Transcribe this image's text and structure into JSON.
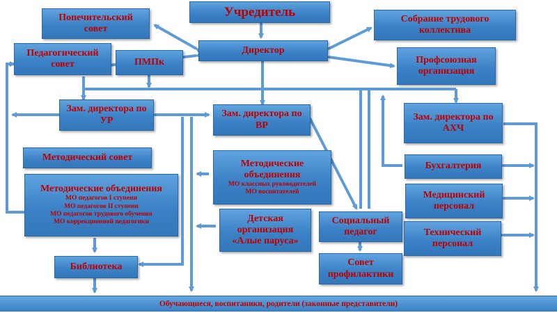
{
  "boxes": {
    "founder": "Учредитель",
    "board_of_trustees": "Попечительский совет",
    "labor_collective": "Собрание трудового коллектива",
    "ped_council": "Педагогический совет",
    "pmpk": "ПМПк",
    "director": "Директор",
    "trade_union": "Профсоюзная организация",
    "deputy_ur": "Зам. директора по УР",
    "deputy_vr": "Зам. директора по ВР",
    "deputy_ahch": "Зам. директора по АХЧ",
    "method_council": "Методический совет",
    "method_assoc_vr_title": "Методические объединения",
    "method_assoc_vr_items": [
      "МО классных руководителей",
      "МО воспитателей"
    ],
    "accounting": "Бухгалтерия",
    "method_assoc_ur_title": "Методические объединения",
    "method_assoc_ur_items": [
      "МО педагогов I ступени",
      "МО педагогов II ступени",
      "МО педагогов трудового обучения",
      "МО коррекционной педагогики"
    ],
    "medical": "Медицинский персонал",
    "children_org": "Детская организация «Алые паруса»",
    "social_pedagogue": "Социальный педагог",
    "technical": "Технический персонал",
    "prevention_council": "Совет профилактики",
    "library": "Библиотека",
    "students": "Обучающиеся, воспитаники, родители (законные представители)"
  }
}
